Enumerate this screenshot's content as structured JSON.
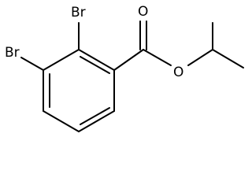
{
  "molecule": {
    "atoms": {
      "br1": "Br",
      "br2": "Br",
      "o_carbonyl": "O",
      "o_ester": "O"
    }
  }
}
